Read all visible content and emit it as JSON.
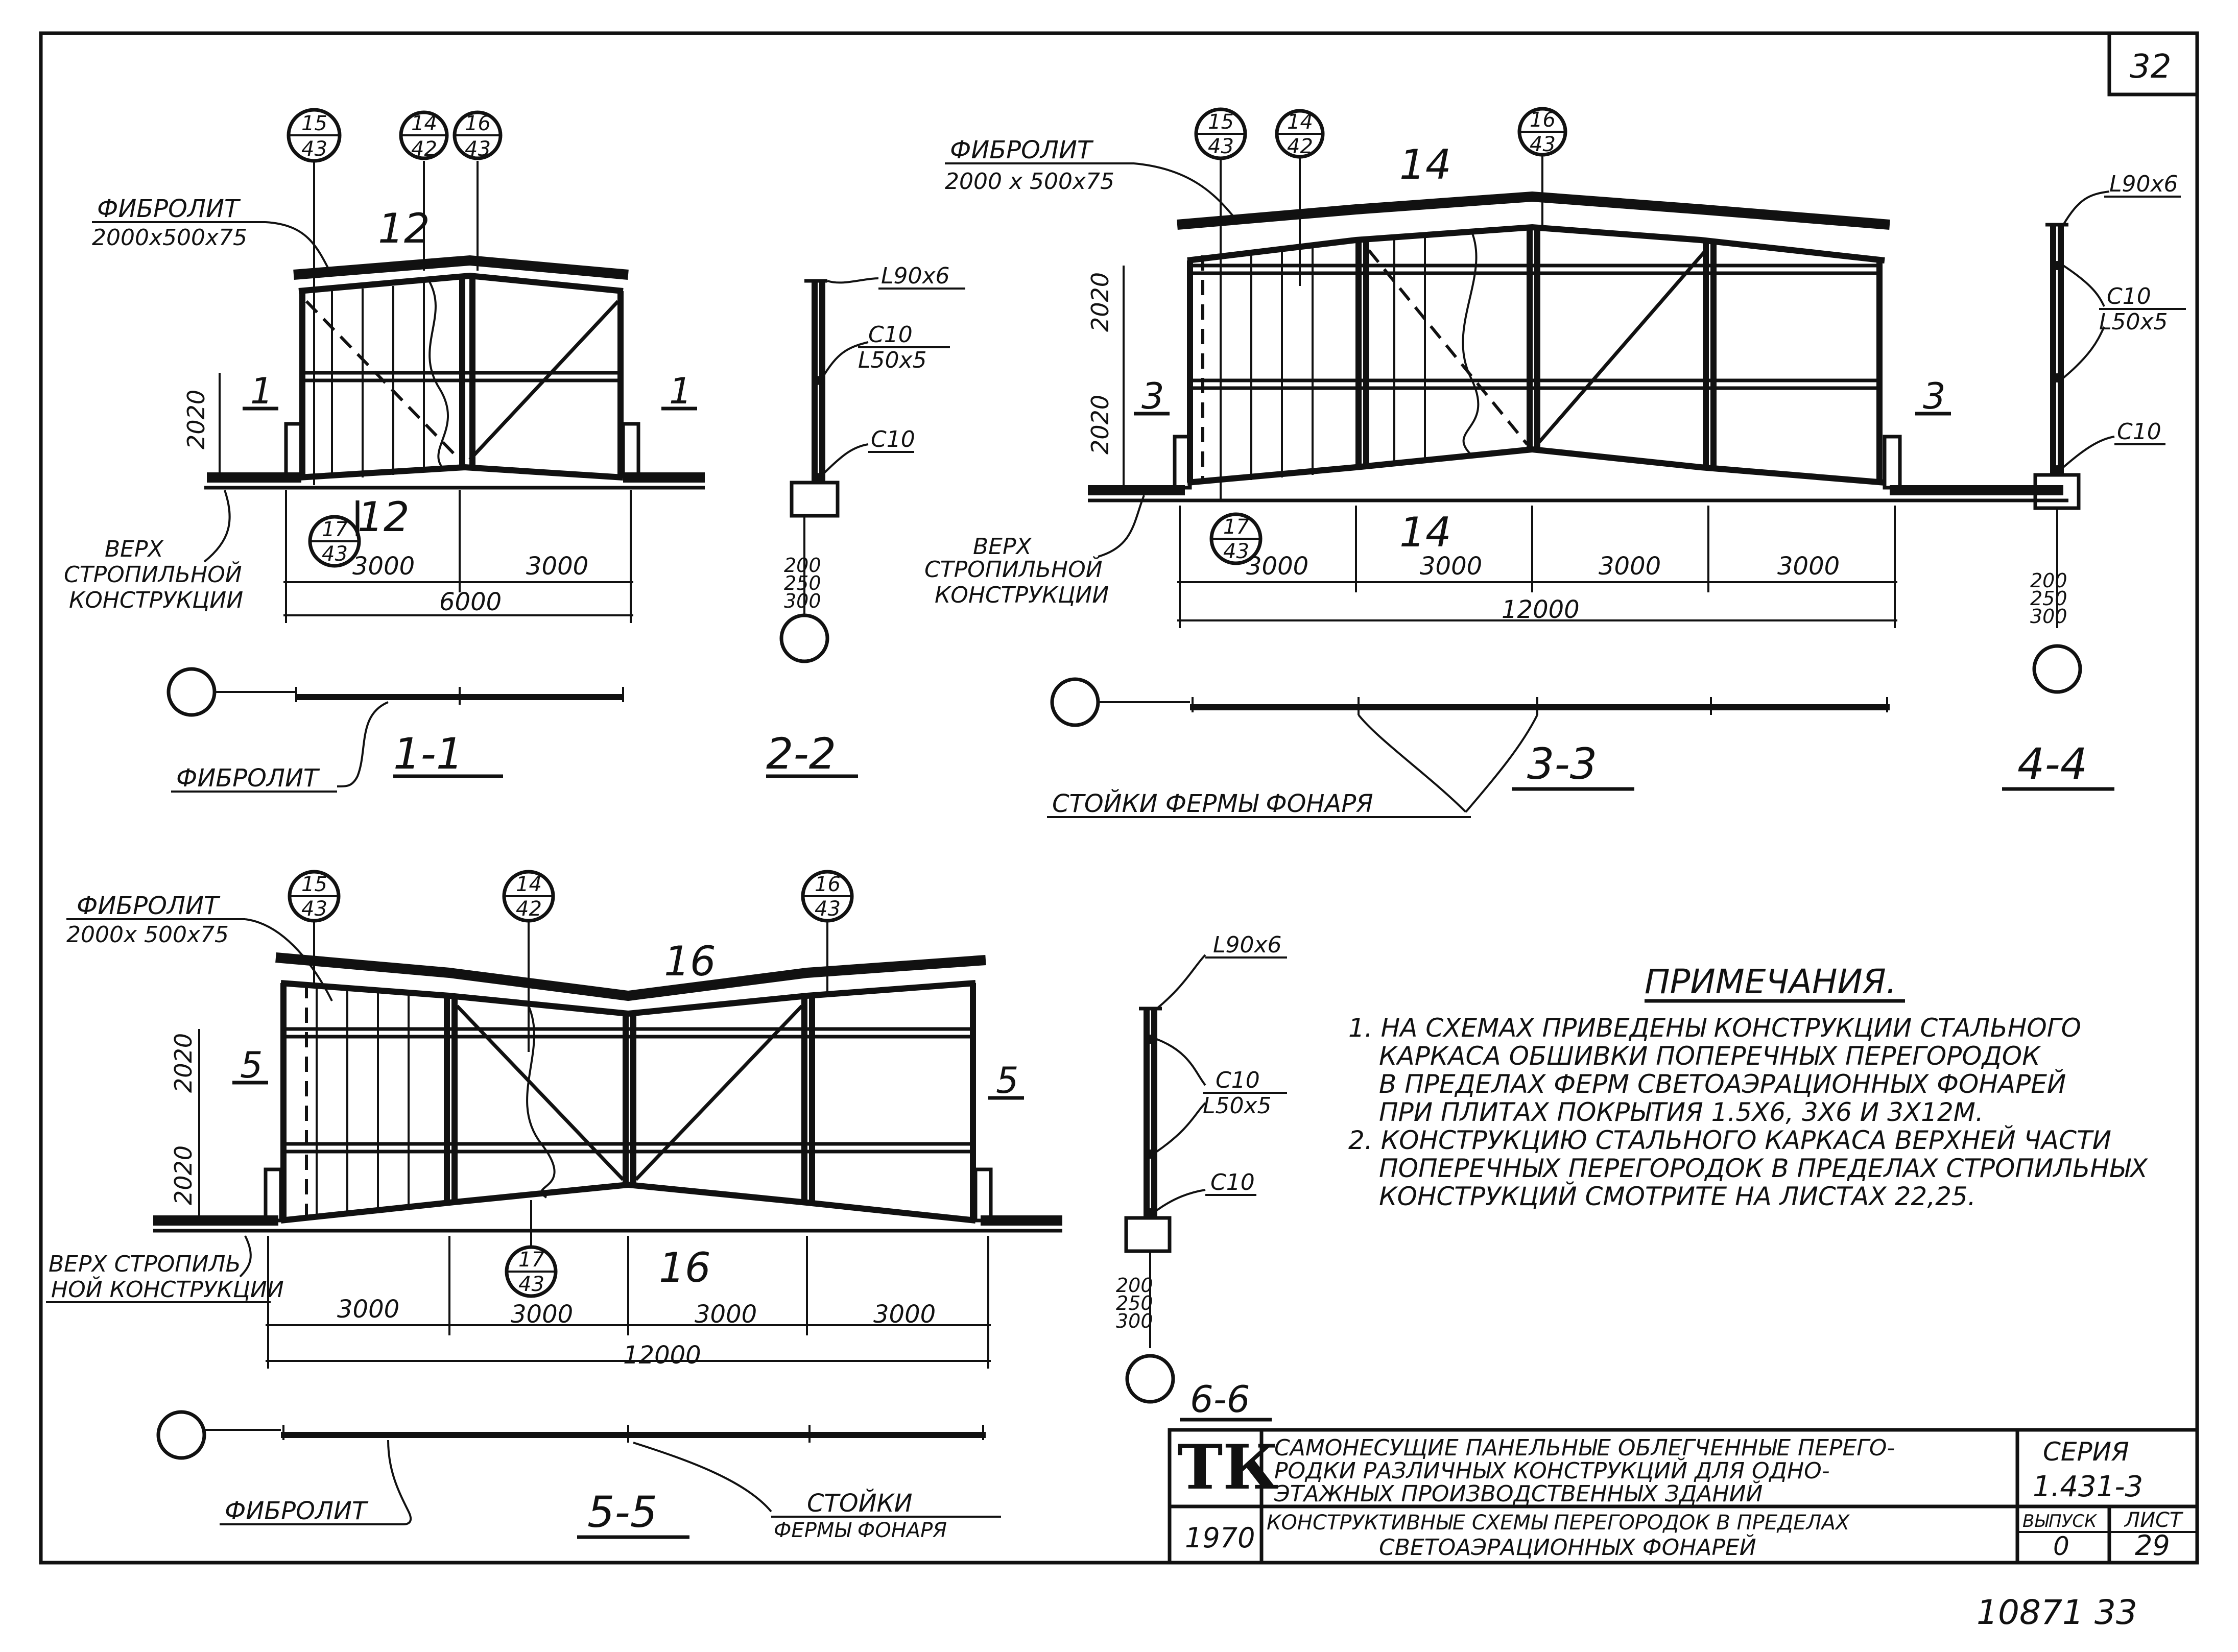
{
  "sheet": {
    "corner_number": "32",
    "stamp_number": "10871 33"
  },
  "sections": {
    "s1": {
      "callouts": [
        {
          "top": "15",
          "bottom": "43"
        },
        {
          "top": "14",
          "bottom": "42"
        },
        {
          "top": "16",
          "bottom": "43"
        },
        {
          "top": "17",
          "bottom": "43"
        }
      ],
      "fibrolit_label": "Фибролит",
      "fibrolit_size": "2000x500x75",
      "cut_label": "12",
      "side_label": "1",
      "height_dim": "2020",
      "dims": [
        "3000",
        "3000"
      ],
      "total_dim": "6000",
      "rafter_note": [
        "Верх",
        "стропильной",
        "конструкции"
      ]
    },
    "s2": {
      "labels": [
        "L90x6",
        "C10",
        "L50x5",
        "C10"
      ],
      "dims": [
        "200",
        "250",
        "300"
      ]
    },
    "s3": {
      "callouts": [
        {
          "top": "15",
          "bottom": "43"
        },
        {
          "top": "14",
          "bottom": "42"
        },
        {
          "top": "16",
          "bottom": "43"
        },
        {
          "top": "17",
          "bottom": "43"
        }
      ],
      "fibrolit_label": "Фибролит",
      "fibrolit_size": "2000 x 500x75",
      "cut_label": "14",
      "side_label": "3",
      "height_dims": [
        "2020",
        "2020"
      ],
      "dims": [
        "3000",
        "3000",
        "3000",
        "3000"
      ],
      "total_dim": "12000",
      "rafter_note": [
        "Верх",
        "стропильной",
        "конструкции"
      ]
    },
    "s4": {
      "labels": [
        "L90x6",
        "C10",
        "L50x5",
        "C10"
      ],
      "dims": [
        "200",
        "250",
        "300"
      ]
    },
    "s5": {
      "callouts": [
        {
          "top": "15",
          "bottom": "43"
        },
        {
          "top": "14",
          "bottom": "42"
        },
        {
          "top": "16",
          "bottom": "43"
        },
        {
          "top": "17",
          "bottom": "43"
        }
      ],
      "fibrolit_label": "Фибролит",
      "fibrolit_size": "2000x 500x75",
      "cut_label": "16",
      "side_label": "5",
      "height_dims": [
        "2020",
        "2020"
      ],
      "dims": [
        "3000",
        "3000",
        "3000",
        "3000"
      ],
      "total_dim": "12000",
      "rafter_note": [
        "Верх стропиль",
        "ной конструкции"
      ]
    },
    "s6": {
      "labels": [
        "L90x6",
        "C10",
        "L50x5",
        "C10"
      ],
      "dims": [
        "200",
        "250",
        "300"
      ]
    }
  },
  "plans": {
    "p1": {
      "title": "1-1",
      "label": "Фибролит"
    },
    "p2": {
      "title": "2-2"
    },
    "p3": {
      "title": "3-3",
      "label": "Стойки фермы фонаря"
    },
    "p4": {
      "title": "4-4"
    },
    "p5": {
      "title": "5-5",
      "label": "Фибролит",
      "label2": [
        "Стойки",
        "фермы фонаря"
      ]
    },
    "p6": {
      "title": "6-6"
    }
  },
  "notes": {
    "title": "Примечания.",
    "items": [
      "1. На схемах приведены конструкции стального",
      "каркаса обшивки поперечных перегородок",
      "в пределах ферм светоаэрационных фонарей",
      "при плитах покрытия 1.5x6, 3x6 и 3x12м.",
      "2. Конструкцию стального каркаса верхней части",
      "поперечных перегородок в пределах стропильных",
      "конструкций смотрите на листах 22,25."
    ]
  },
  "title_block": {
    "logo": "ТК",
    "year": "1970",
    "title_lines": [
      "Самонесущие панельные облегченные перего-",
      "родки различных конструкций для одно-",
      "этажных производственных зданий"
    ],
    "subtitle_lines": [
      "Конструктивные схемы перегородок в пределах",
      "светоаэрационных фонарей"
    ],
    "series_label": "Серия",
    "series_value": "1.431-3",
    "issue_label": "Выпуск",
    "issue_value": "0",
    "sheet_label": "Лист",
    "sheet_value": "29"
  }
}
